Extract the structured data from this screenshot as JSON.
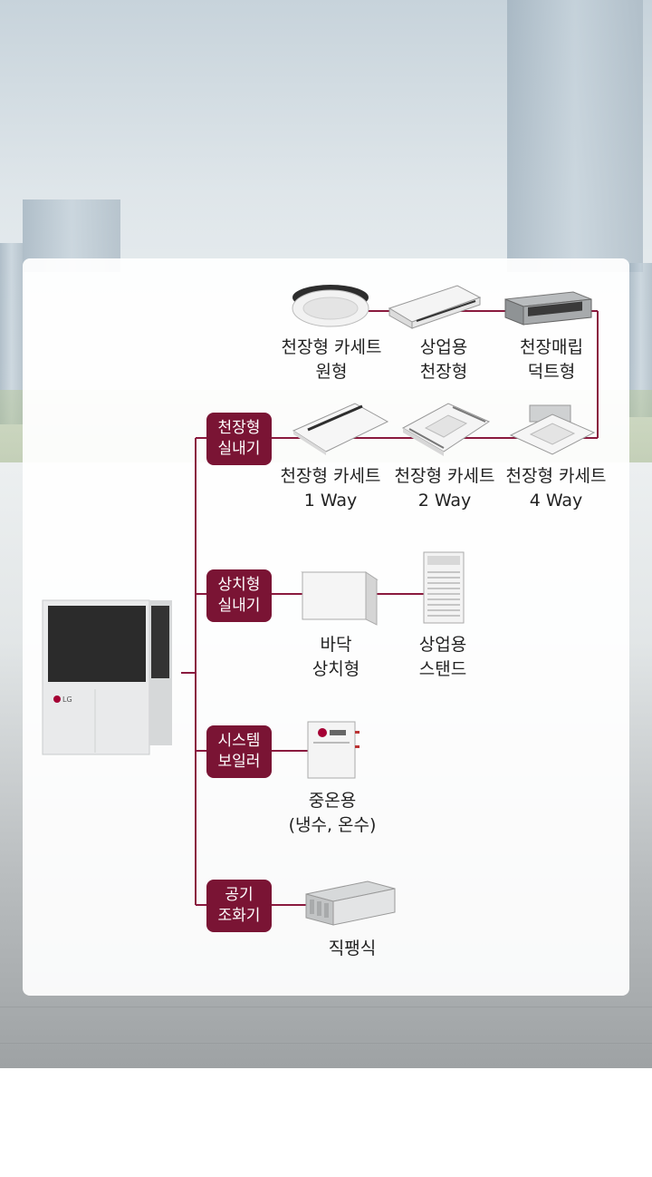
{
  "categories": [
    {
      "id": "ceiling",
      "line1": "천장형",
      "line2": "실내기"
    },
    {
      "id": "floor",
      "line1": "상치형",
      "line2": "실내기"
    },
    {
      "id": "boiler",
      "line1": "시스템",
      "line2": "보일러"
    },
    {
      "id": "ahu",
      "line1": "공기",
      "line2": "조화기"
    }
  ],
  "products": {
    "round_cassette": {
      "line1": "천장형 카세트",
      "line2": "원형",
      "icon": "round-cassette-icon"
    },
    "commercial_ceiling": {
      "line1": "상업용",
      "line2": "천장형",
      "icon": "ceiling-suspended-icon"
    },
    "ducted": {
      "line1": "천장매립",
      "line2": "덕트형",
      "icon": "ducted-unit-icon"
    },
    "cassette_1way": {
      "line1": "천장형 카세트",
      "line2": "1 Way",
      "icon": "cassette-1way-icon"
    },
    "cassette_2way": {
      "line1": "천장형 카세트",
      "line2": "2 Way",
      "icon": "cassette-2way-icon"
    },
    "cassette_4way": {
      "line1": "천장형 카세트",
      "line2": "4 Way",
      "icon": "cassette-4way-icon"
    },
    "floor_standing": {
      "line1": "바닥",
      "line2": "상치형",
      "icon": "floor-console-icon"
    },
    "commercial_stand": {
      "line1": "상업용",
      "line2": "스탠드",
      "icon": "stand-unit-icon"
    },
    "medium_temp": {
      "line1": "중온용",
      "line2": "(냉수, 온수)",
      "icon": "hydro-kit-icon"
    },
    "direct_expansion": {
      "line1": "직팽식",
      "line2": "",
      "icon": "air-handling-unit-icon"
    }
  },
  "outdoor_unit": {
    "brand": "LG",
    "icon": "outdoor-unit-icon"
  },
  "colors": {
    "accent": "#7a1434",
    "line": "#8a1a3e"
  }
}
